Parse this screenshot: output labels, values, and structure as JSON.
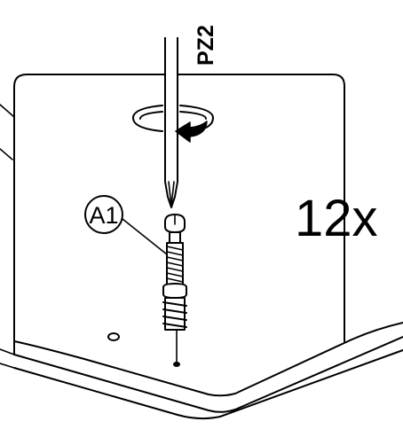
{
  "diagram": {
    "tool_label": "PZ2",
    "part_label": "A1",
    "quantity_label": "12x",
    "icons": [
      "screwdriver-icon",
      "rotation-arrow-icon",
      "cam-lock-screw-icon"
    ]
  }
}
